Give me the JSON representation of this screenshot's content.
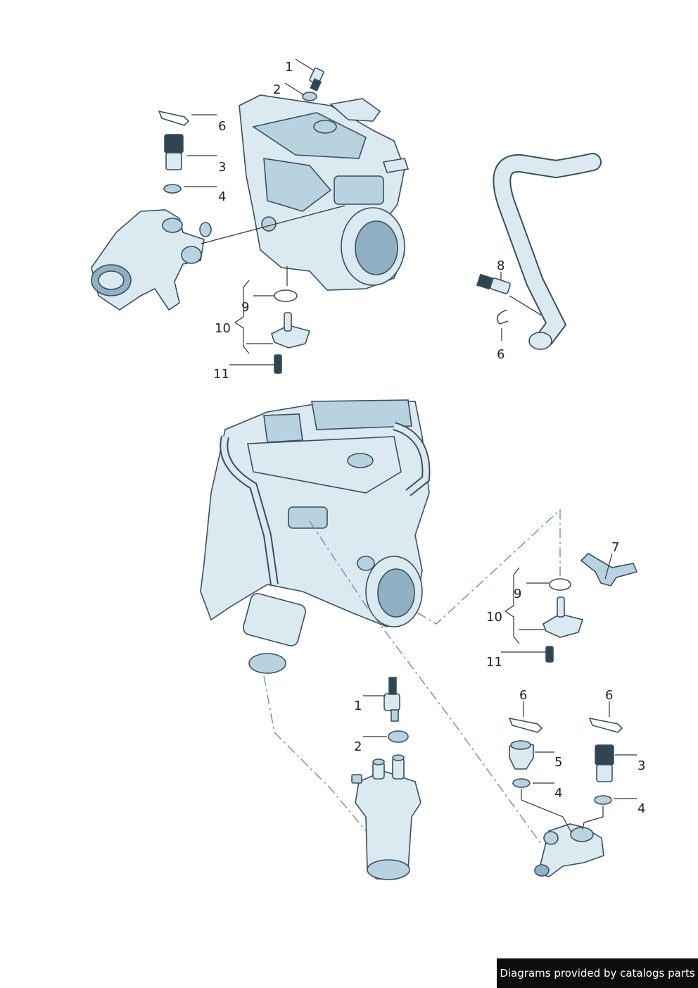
{
  "callouts": {
    "top_left": {
      "n1": "1",
      "n2": "2",
      "n3": "3",
      "n4": "4",
      "n6": "6",
      "n9": "9",
      "n10": "10",
      "n11": "11"
    },
    "top_right": {
      "n8": "8",
      "n6": "6"
    },
    "lower_right": {
      "n7": "7",
      "n9": "9",
      "n10": "10",
      "n11": "11",
      "n6a": "6",
      "n5": "5",
      "n4a": "4",
      "n6b": "6",
      "n3": "3",
      "n4b": "4"
    },
    "lower_center": {
      "n1": "1",
      "n2": "2"
    }
  },
  "colors": {
    "part_fill": "#dbe9f1",
    "part_shade": "#b9d2df",
    "part_dark": "#8fb1c3",
    "outline": "#38505e",
    "footer_bg": "#0d0d0d"
  },
  "footer": {
    "text": "Diagrams provided by catalogs parts"
  }
}
